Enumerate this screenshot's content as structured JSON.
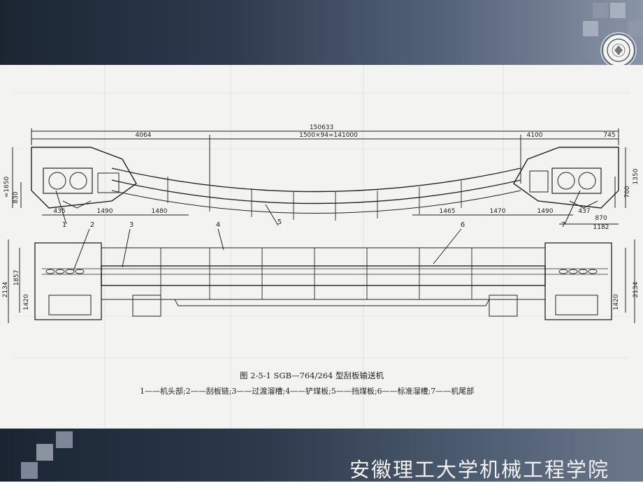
{
  "figure": {
    "caption_title": "图 2-5-1   SGB—764/264 型刮板输送机",
    "caption_legend": "1——机头部;2——刮板链;3——过渡溜槽;4——铲煤板;5——挡煤板;6——标准溜槽;7——机尾部",
    "dimensions": {
      "total": "150633",
      "left_head": "4064",
      "middle": "1500×94=141000",
      "right_tail": "4100",
      "right_end": "745",
      "h_1650": "≈1650",
      "h_830": "830",
      "h_1350": "1350",
      "h_700": "700",
      "d_435": "435",
      "d_1490a": "1490",
      "d_1480": "1480",
      "d_1465": "1465",
      "d_1470": "1470",
      "d_1490b": "1490",
      "d_437": "437",
      "d_870": "870",
      "d_1182": "1182",
      "w_2134a": "2134",
      "w_1857": "1857",
      "w_1420a": "1420",
      "w_1420b": "1420",
      "w_2134b": "2134"
    },
    "part_labels": [
      "1",
      "2",
      "3",
      "4",
      "5",
      "6",
      "7"
    ]
  },
  "footer": {
    "institution": "安徽理工大学机械工程学院"
  },
  "icons": {
    "logo": "university-seal-icon"
  }
}
